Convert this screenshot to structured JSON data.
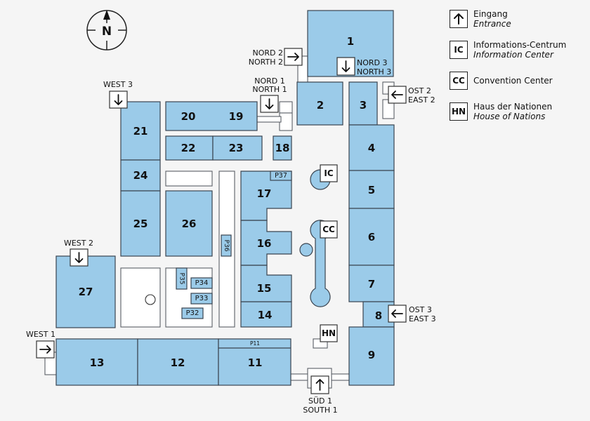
{
  "compass": {
    "label": "N",
    "icon": "north-arrow-compass-icon"
  },
  "legend": [
    {
      "icon": "up-arrow-entrance-icon",
      "symbol": "↑",
      "de": "Eingang",
      "en": "Entrance"
    },
    {
      "icon": "ic-box-icon",
      "symbol": "IC",
      "de": "Informations-Centrum",
      "en": "Information Center"
    },
    {
      "icon": "cc-box-icon",
      "symbol": "CC",
      "de": "Convention Center",
      "en": ""
    },
    {
      "icon": "hn-box-icon",
      "symbol": "HN",
      "de": "Haus der Nationen",
      "en": "House of Nations"
    }
  ],
  "halls": {
    "h1": "1",
    "h2": "2",
    "h3": "3",
    "h4": "4",
    "h5": "5",
    "h6": "6",
    "h7": "7",
    "h8": "8",
    "h9": "9",
    "h11": "11",
    "h12": "12",
    "h13": "13",
    "h14": "14",
    "h15": "15",
    "h16": "16",
    "h17": "17",
    "h18": "18",
    "h19": "19",
    "h20": "20",
    "h21": "21",
    "h22": "22",
    "h23": "23",
    "h24": "24",
    "h25": "25",
    "h26": "26",
    "h27": "27"
  },
  "pavilions": {
    "p11": "P11",
    "p32": "P32",
    "p33": "P33",
    "p34": "P34",
    "p35": "P35",
    "p36": "P36",
    "p37": "P37"
  },
  "facilities": {
    "ic": "IC",
    "cc": "CC",
    "hn": "HN"
  },
  "entrances": {
    "nord2": {
      "de": "NORD 2",
      "en": "NORTH 2",
      "direction": "right"
    },
    "nord3": {
      "de": "NORD 3",
      "en": "NORTH 3",
      "direction": "down"
    },
    "nord1": {
      "de": "NORD 1",
      "en": "NORTH 1",
      "direction": "down"
    },
    "ost2": {
      "de": "OST 2",
      "en": "EAST 2",
      "direction": "left"
    },
    "ost3": {
      "de": "OST 3",
      "en": "EAST 3",
      "direction": "left"
    },
    "west3": {
      "de": "WEST 3",
      "direction": "down"
    },
    "west2": {
      "de": "WEST 2",
      "direction": "down"
    },
    "west1": {
      "de": "WEST 1",
      "direction": "right"
    },
    "sued1": {
      "de": "SÜD 1",
      "en": "SOUTH 1",
      "direction": "up"
    }
  }
}
